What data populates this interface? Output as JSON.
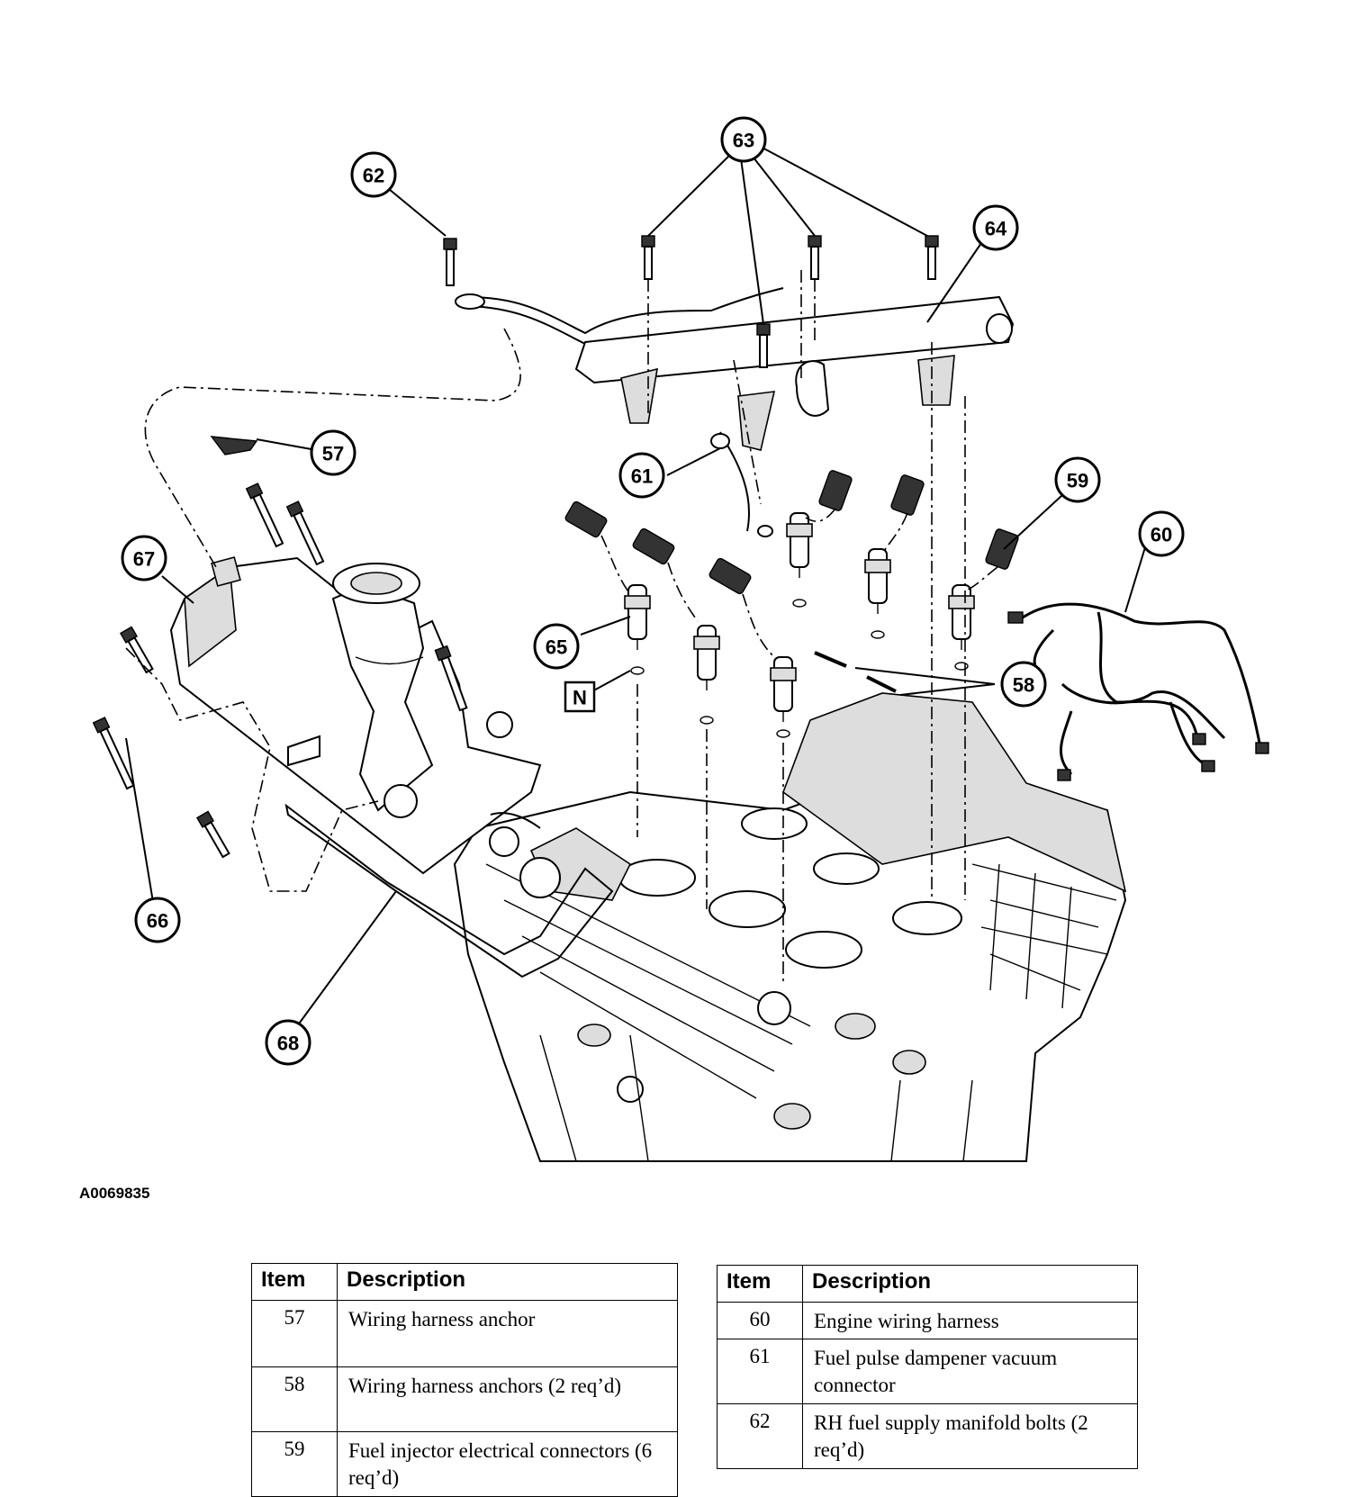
{
  "figure": {
    "id": "A0069835",
    "callouts": [
      "57",
      "58",
      "59",
      "60",
      "61",
      "62",
      "63",
      "64",
      "65",
      "66",
      "67",
      "68"
    ],
    "new_part_symbol": "N"
  },
  "tables": [
    {
      "headers": {
        "item": "Item",
        "description": "Description"
      },
      "rows": [
        {
          "item": "57",
          "description": "Wiring harness anchor"
        },
        {
          "item": "58",
          "description": "Wiring harness anchors (2 req’d)"
        },
        {
          "item": "59",
          "description": "Fuel injector electrical connectors (6 req’d)"
        }
      ]
    },
    {
      "headers": {
        "item": "Item",
        "description": "Description"
      },
      "rows": [
        {
          "item": "60",
          "description": "Engine wiring harness"
        },
        {
          "item": "61",
          "description": "Fuel pulse dampener vacuum connector"
        },
        {
          "item": "62",
          "description": "RH fuel supply manifold bolts (2 req’d)"
        }
      ]
    }
  ]
}
